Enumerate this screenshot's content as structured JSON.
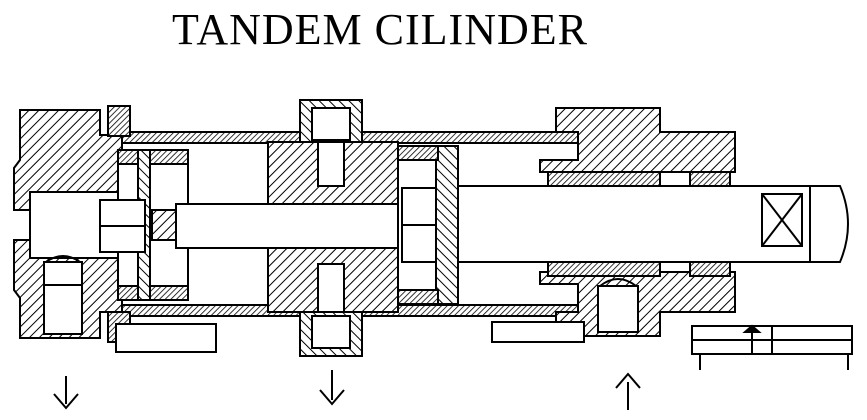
{
  "title": "TANDEM CILINDER",
  "ports": [
    {
      "id": "port-left",
      "direction": "down"
    },
    {
      "id": "port-middle",
      "direction": "down"
    },
    {
      "id": "port-right",
      "direction": "up"
    }
  ],
  "colors": {
    "ink": "#000000",
    "paper": "#ffffff"
  }
}
